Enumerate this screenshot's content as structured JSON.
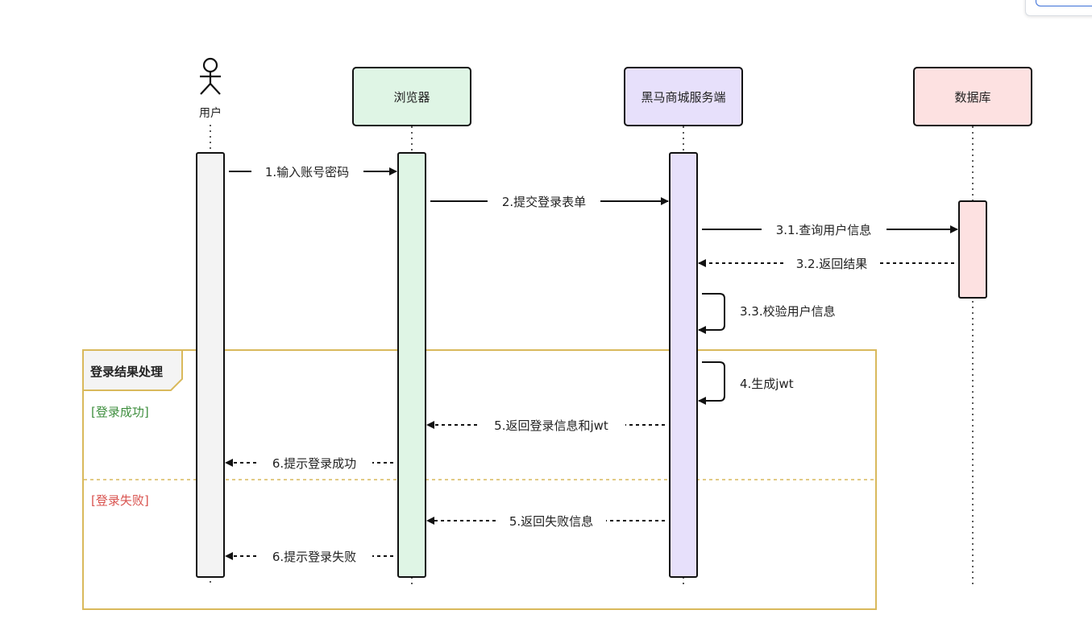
{
  "participants": {
    "user": "用户",
    "browser": "浏览器",
    "server": "黑马商城服务端",
    "database": "数据库"
  },
  "messages": {
    "m1": "1.输入账号密码",
    "m2": "2.提交登录表单",
    "m31": "3.1.查询用户信息",
    "m32": "3.2.返回结果",
    "m33": "3.3.校验用户信息",
    "m4": "4.生成jwt",
    "m5_success": "5.返回登录信息和jwt",
    "m6_success": "6.提示登录成功",
    "m5_fail": "5.返回失败信息",
    "m6_fail": "6.提示登录失败"
  },
  "fragment": {
    "title": "登录结果处理",
    "success_guard": "[登录成功]",
    "fail_guard": "[登录失败]"
  },
  "colors": {
    "browser_fill": "#dff5e5",
    "server_fill": "#e7e0fb",
    "database_fill": "#fde1e1",
    "user_bar_fill": "#f3f3f3",
    "fragment_border": "#d9b95c",
    "success_guard": "#3f8f3f",
    "fail_guard": "#d9534f"
  },
  "icons": {
    "user": "stick-figure-icon"
  }
}
